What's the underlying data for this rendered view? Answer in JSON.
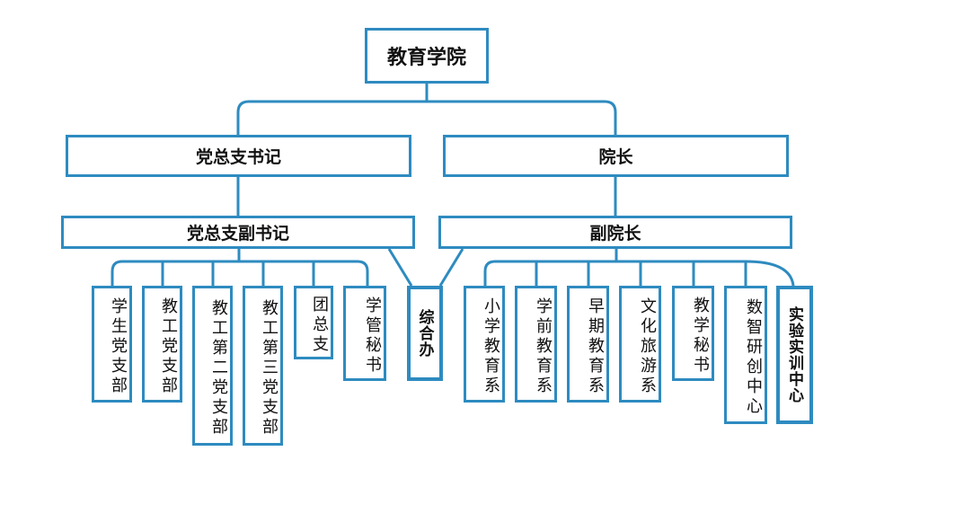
{
  "root": "教育学院",
  "level1": {
    "left": "党总支书记",
    "right": "院长"
  },
  "level2": {
    "left": "党总支副书记",
    "right": "副院长"
  },
  "middle": "综合办",
  "left_units": [
    "学生党支部",
    "教工党支部",
    "教工第二党支部",
    "教工第三党支部",
    "团总支",
    "学管秘书"
  ],
  "right_units": [
    "小学教育系",
    "学前教育系",
    "早期教育系",
    "文化旅游系",
    "教学秘书",
    "数智研创中心",
    "实验实训中心"
  ],
  "colors": {
    "line": "#2e8bc0",
    "box_border": "#2e8bc0"
  }
}
